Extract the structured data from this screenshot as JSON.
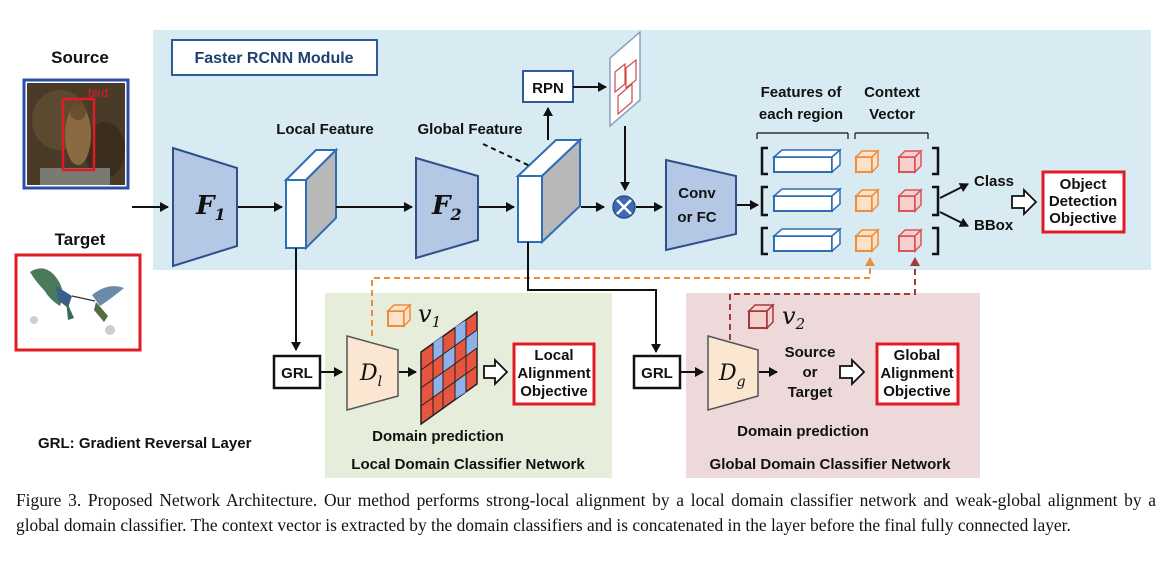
{
  "diagram": {
    "source_label": "Source",
    "target_label": "Target",
    "bird_tag": "bird",
    "faster_rcnn_title": "Faster RCNN Module",
    "f1_base": "F",
    "f1_sub": "1",
    "f2_base": "F",
    "f2_sub": "2",
    "local_feature": "Local Feature",
    "global_feature": "Global Feature",
    "rpn": "RPN",
    "conv_line1": "Conv",
    "conv_line2": "or FC",
    "features_line1": "Features of",
    "features_line2": "each region",
    "context_line1": "Context",
    "context_line2": "Vector",
    "class_label": "Class",
    "bbox_label": "BBox",
    "object_obj_line1": "Object",
    "object_obj_line2": "Detection",
    "object_obj_line3": "Objective",
    "grl_local": "GRL",
    "grl_global": "GRL",
    "dl_base": "D",
    "dl_sub": "l",
    "dg_base": "D",
    "dg_sub": "g",
    "v1_base": "v",
    "v1_sub": "1",
    "v2_base": "v",
    "v2_sub": "2",
    "local_obj_line1": "Local",
    "local_obj_line2": "Alignment",
    "local_obj_line3": "Objective",
    "global_obj_line1": "Global",
    "global_obj_line2": "Alignment",
    "global_obj_line3": "Objective",
    "source_or_target_1": "Source",
    "source_or_target_2": "or",
    "source_or_target_3": "Target",
    "domain_pred_local": "Domain prediction",
    "domain_pred_global": "Domain prediction",
    "local_net_title": "Local Domain Classifier Network",
    "global_net_title": "Global Domain Classifier Network",
    "grl_legend": "GRL: Gradient Reversal Layer"
  },
  "colors": {
    "rcnn_bg": "#d9ebf2",
    "local_bg": "#e6eedb",
    "global_bg": "#edd9d9",
    "trapezoid_fill": "#b4c8e6",
    "trapezoid_stroke": "#2f4f8a",
    "blue_stroke": "#2e6eb5",
    "orange": "#ed8c3a",
    "red_cube": "#d9555a",
    "objective_border": "#e01b24",
    "heatmap_red": "#e5553f",
    "heatmap_blue": "#8fb0e8"
  },
  "caption": "Figure 3. Proposed Network Architecture. Our method performs strong-local alignment by a local domain classifier network and weak-global alignment by a global domain classifier. The context vector is extracted by the domain classifiers and is concatenated in the layer before the final fully connected layer."
}
